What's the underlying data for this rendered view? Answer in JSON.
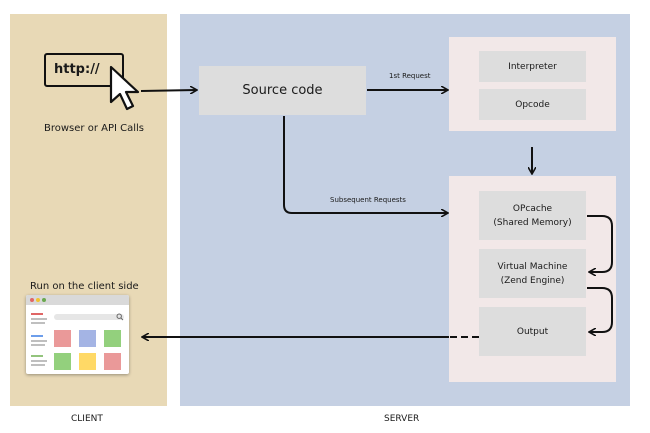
{
  "client": {
    "url_text": "http://",
    "browser_caption": "Browser or API Calls",
    "run_caption": "Run on the client side",
    "footer": "CLIENT"
  },
  "server": {
    "source_code": "Source code",
    "first_request": "1st Request",
    "subsequent_requests": "Subsequent Requests",
    "interpreter": "Interpreter",
    "opcode": "Opcode",
    "opcache_line1": "OPcache",
    "opcache_line2": "(Shared Memory)",
    "vm_line1": "Virtual Machine",
    "vm_line2": "(Zend Engine)",
    "output": "Output",
    "footer": "SERVER"
  },
  "colors": {
    "client_bg": "#e8d9b6",
    "server_bg": "#c5d0e3",
    "box_grey": "#dddddd",
    "group_bg": "#f2e8e8",
    "arrow": "#111111"
  },
  "icons": [
    "cursor-arrow-icon",
    "browser-window-icon",
    "search-icon"
  ]
}
